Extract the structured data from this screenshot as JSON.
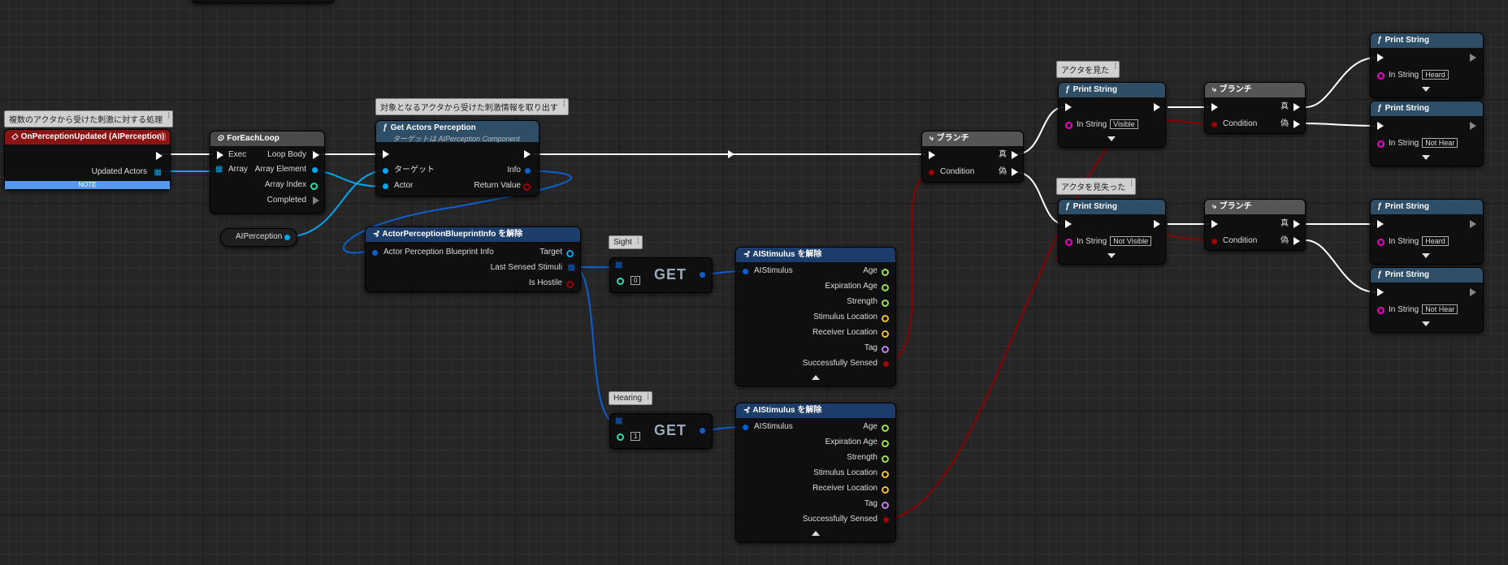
{
  "comments": {
    "event": "複数のアクタから受けた刺激に対する処理",
    "get_perception": "対象となるアクタから受けた刺激情報を取り出す",
    "sight": "Sight",
    "hearing": "Hearing",
    "seen": "アクタを見た",
    "lost": "アクタを見失った"
  },
  "event_node": {
    "title": "OnPerceptionUpdated (AIPerception)",
    "pin_updated_actors": "Updated Actors",
    "note": "NOTE"
  },
  "foreach": {
    "title": "ForEachLoop",
    "exec": "Exec",
    "array": "Array",
    "loop_body": "Loop Body",
    "array_element": "Array Element",
    "array_index": "Array Index",
    "completed": "Completed"
  },
  "get_actors_perception": {
    "title": "Get Actors Perception",
    "subtitle": "ターゲットは AIPerception Component",
    "target": "ターゲット",
    "actor": "Actor",
    "info": "Info",
    "return_value": "Return Value"
  },
  "aiperception_var": {
    "label": "AIPerception"
  },
  "break_actor_info": {
    "title": "ActorPerceptionBlueprintInfo を解除",
    "input": "Actor Perception Blueprint Info",
    "target": "Target",
    "last_sensed": "Last Sensed Stimuli",
    "is_hostile": "Is Hostile"
  },
  "get_sight": {
    "label": "GET",
    "index": "0"
  },
  "get_hearing": {
    "label": "GET",
    "index": "1"
  },
  "break_stimulus_1": {
    "title": "AIStimulus を解除",
    "input": "AIStimulus",
    "outputs": [
      "Age",
      "Expiration Age",
      "Strength",
      "Stimulus Location",
      "Receiver Location",
      "Tag",
      "Successfully Sensed"
    ]
  },
  "break_stimulus_2": {
    "title": "AIStimulus を解除",
    "input": "AIStimulus",
    "outputs": [
      "Age",
      "Expiration Age",
      "Strength",
      "Stimulus Location",
      "Receiver Location",
      "Tag",
      "Successfully Sensed"
    ]
  },
  "branch_main": {
    "title": "ブランチ",
    "condition": "Condition",
    "true_label": "真",
    "false_label": "偽"
  },
  "print_visible": {
    "title": "Print String",
    "in_string": "In String",
    "value": "Visible"
  },
  "print_not_visible": {
    "title": "Print String",
    "in_string": "In String",
    "value": "Not Visible"
  },
  "branch_top": {
    "title": "ブランチ",
    "condition": "Condition",
    "true_label": "真",
    "false_label": "偽"
  },
  "branch_bottom": {
    "title": "ブランチ",
    "condition": "Condition",
    "true_label": "真",
    "false_label": "偽"
  },
  "print_heard_1": {
    "title": "Print String",
    "in_string": "In String",
    "value": "Heard"
  },
  "print_not_hear_1": {
    "title": "Print String",
    "in_string": "In String",
    "value": "Not Hear"
  },
  "print_heard_2": {
    "title": "Print String",
    "in_string": "In String",
    "value": "Heard"
  },
  "print_not_hear_2": {
    "title": "Print String",
    "in_string": "In String",
    "value": "Not Hear"
  },
  "colors": {
    "exec": "#ffffff",
    "object": "#00a8f0",
    "struct": "#0c5fd0",
    "bool": "#a00000",
    "int": "#1fe0b0",
    "float": "#9fe050",
    "vector": "#f0c030",
    "name": "#c080f0",
    "string": "#f000d0",
    "event_header": "#8a1414",
    "function_header": "#2d4e66",
    "macro_header": "#555555",
    "break_header": "#1c3d6a"
  }
}
